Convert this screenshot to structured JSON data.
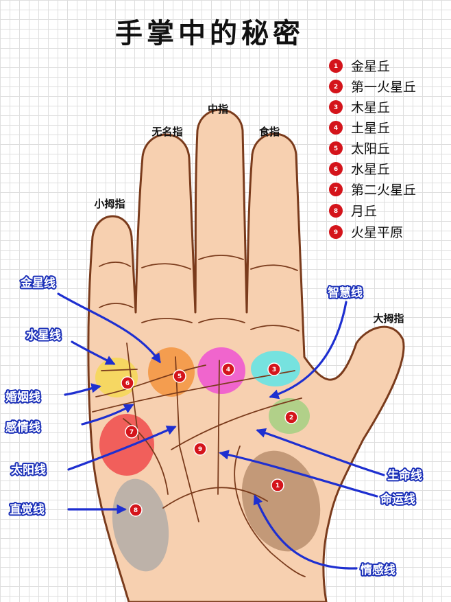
{
  "title": "手掌中的秘密",
  "fingers": {
    "little": "小拇指",
    "ring": "无名指",
    "middle": "中指",
    "index": "食指",
    "thumb": "大拇指"
  },
  "lines": {
    "venus_line": "金星线",
    "mercury_line": "水星线",
    "marriage_line": "婚姻线",
    "heart_line": "感情线",
    "sun_line": "太阳线",
    "intuition_line": "直觉线",
    "wisdom_line": "智慧线",
    "life_line": "生命线",
    "fate_line": "命运线",
    "emotion_line": "情感线"
  },
  "legend": [
    {
      "num": "1",
      "label": "金星丘"
    },
    {
      "num": "2",
      "label": "第一火星丘"
    },
    {
      "num": "3",
      "label": "木星丘"
    },
    {
      "num": "4",
      "label": "土星丘"
    },
    {
      "num": "5",
      "label": "太阳丘"
    },
    {
      "num": "6",
      "label": "水星丘"
    },
    {
      "num": "7",
      "label": "第二火星丘"
    },
    {
      "num": "8",
      "label": "月丘"
    },
    {
      "num": "9",
      "label": "火星平原"
    }
  ],
  "mounts": {
    "m1": "1",
    "m2": "2",
    "m3": "3",
    "m4": "4",
    "m5": "5",
    "m6": "6",
    "m7": "7",
    "m8": "8",
    "m9": "9"
  },
  "colors": {
    "skin": "#f7d0b0",
    "outline": "#7a3b1c",
    "arrow": "#1e2fd0",
    "badge": "#d4141b",
    "mount1": "#b58b6a",
    "mount2": "#a9cf85",
    "mount3": "#6fe3e2",
    "mount4": "#ef5fcf",
    "mount5": "#f39a4a",
    "mount6": "#f5d75e",
    "mount7": "#ef5252",
    "mount8": "#b3ada8"
  }
}
